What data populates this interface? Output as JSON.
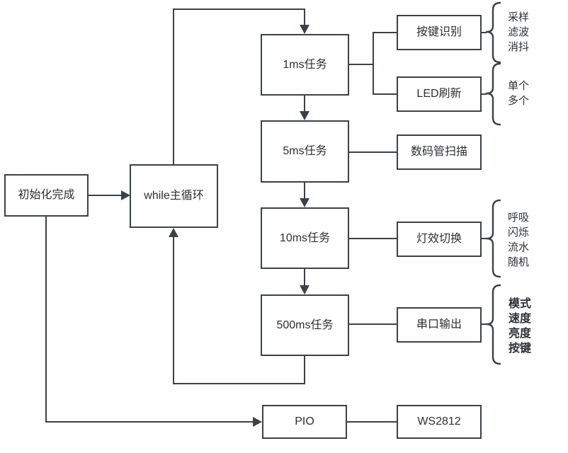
{
  "diagram": {
    "nodes": {
      "init": {
        "label": "初始化完成"
      },
      "while_loop": {
        "label": "while主循环"
      },
      "task_1ms": {
        "label": "1ms任务"
      },
      "task_5ms": {
        "label": "5ms任务"
      },
      "task_10ms": {
        "label": "10ms任务"
      },
      "task_500ms": {
        "label": "500ms任务"
      },
      "key_detect": {
        "label": "按键识别"
      },
      "led_refresh": {
        "label": "LED刷新"
      },
      "seg_scan": {
        "label": "数码管扫描"
      },
      "effect_switch": {
        "label": "灯效切换"
      },
      "uart_output": {
        "label": "串口输出"
      },
      "pio": {
        "label": "PIO"
      },
      "ws2812": {
        "label": "WS2812"
      }
    },
    "annotations": {
      "key_detect": {
        "lines": [
          "采样",
          "滤波",
          "消抖"
        ]
      },
      "led_refresh": {
        "lines": [
          "单个",
          "多个"
        ]
      },
      "effect_switch": {
        "lines": [
          "呼吸",
          "闪烁",
          "流水",
          "随机"
        ]
      },
      "uart_output": {
        "lines": [
          "模式",
          "速度",
          "亮度",
          "按键"
        ]
      }
    },
    "colors": {
      "line": "#3c4148",
      "text": "#2b2f35",
      "background": "#ffffff"
    }
  }
}
